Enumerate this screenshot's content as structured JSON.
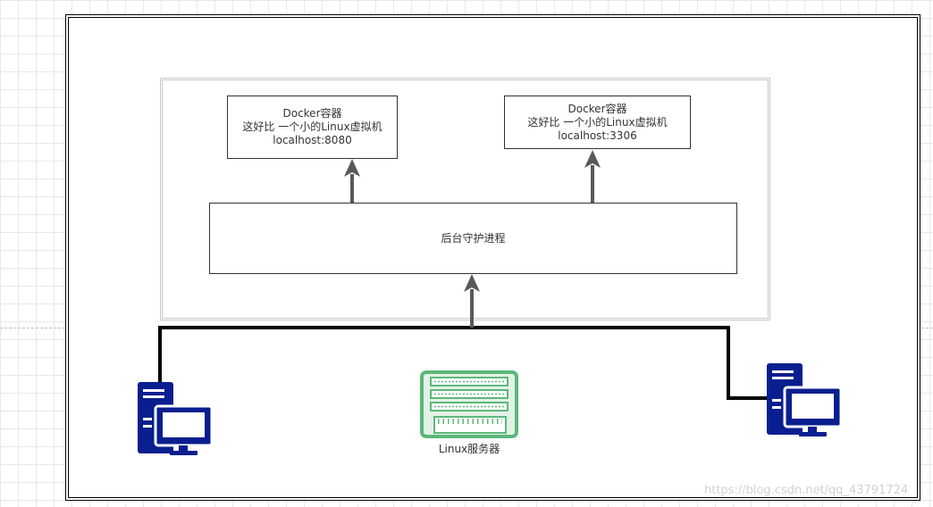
{
  "containers": [
    {
      "title": "Docker容器",
      "description": "这好比 一个小的Linux虚拟机",
      "address": "localhost:8080"
    },
    {
      "title": "Docker容器",
      "description": "这好比 一个小的Linux虚拟机",
      "address": "localhost:3306"
    }
  ],
  "daemon": {
    "label": "后台守护进程"
  },
  "server": {
    "label": "Linux服务器",
    "icon": "server-rack-icon",
    "color": "#5cb87a"
  },
  "clients": [
    {
      "icon": "desktop-computer-icon",
      "color": "#0a1f8f"
    },
    {
      "icon": "desktop-computer-icon",
      "color": "#0a1f8f"
    }
  ],
  "watermark": "https://blog.csdn.net/qq_43791724"
}
